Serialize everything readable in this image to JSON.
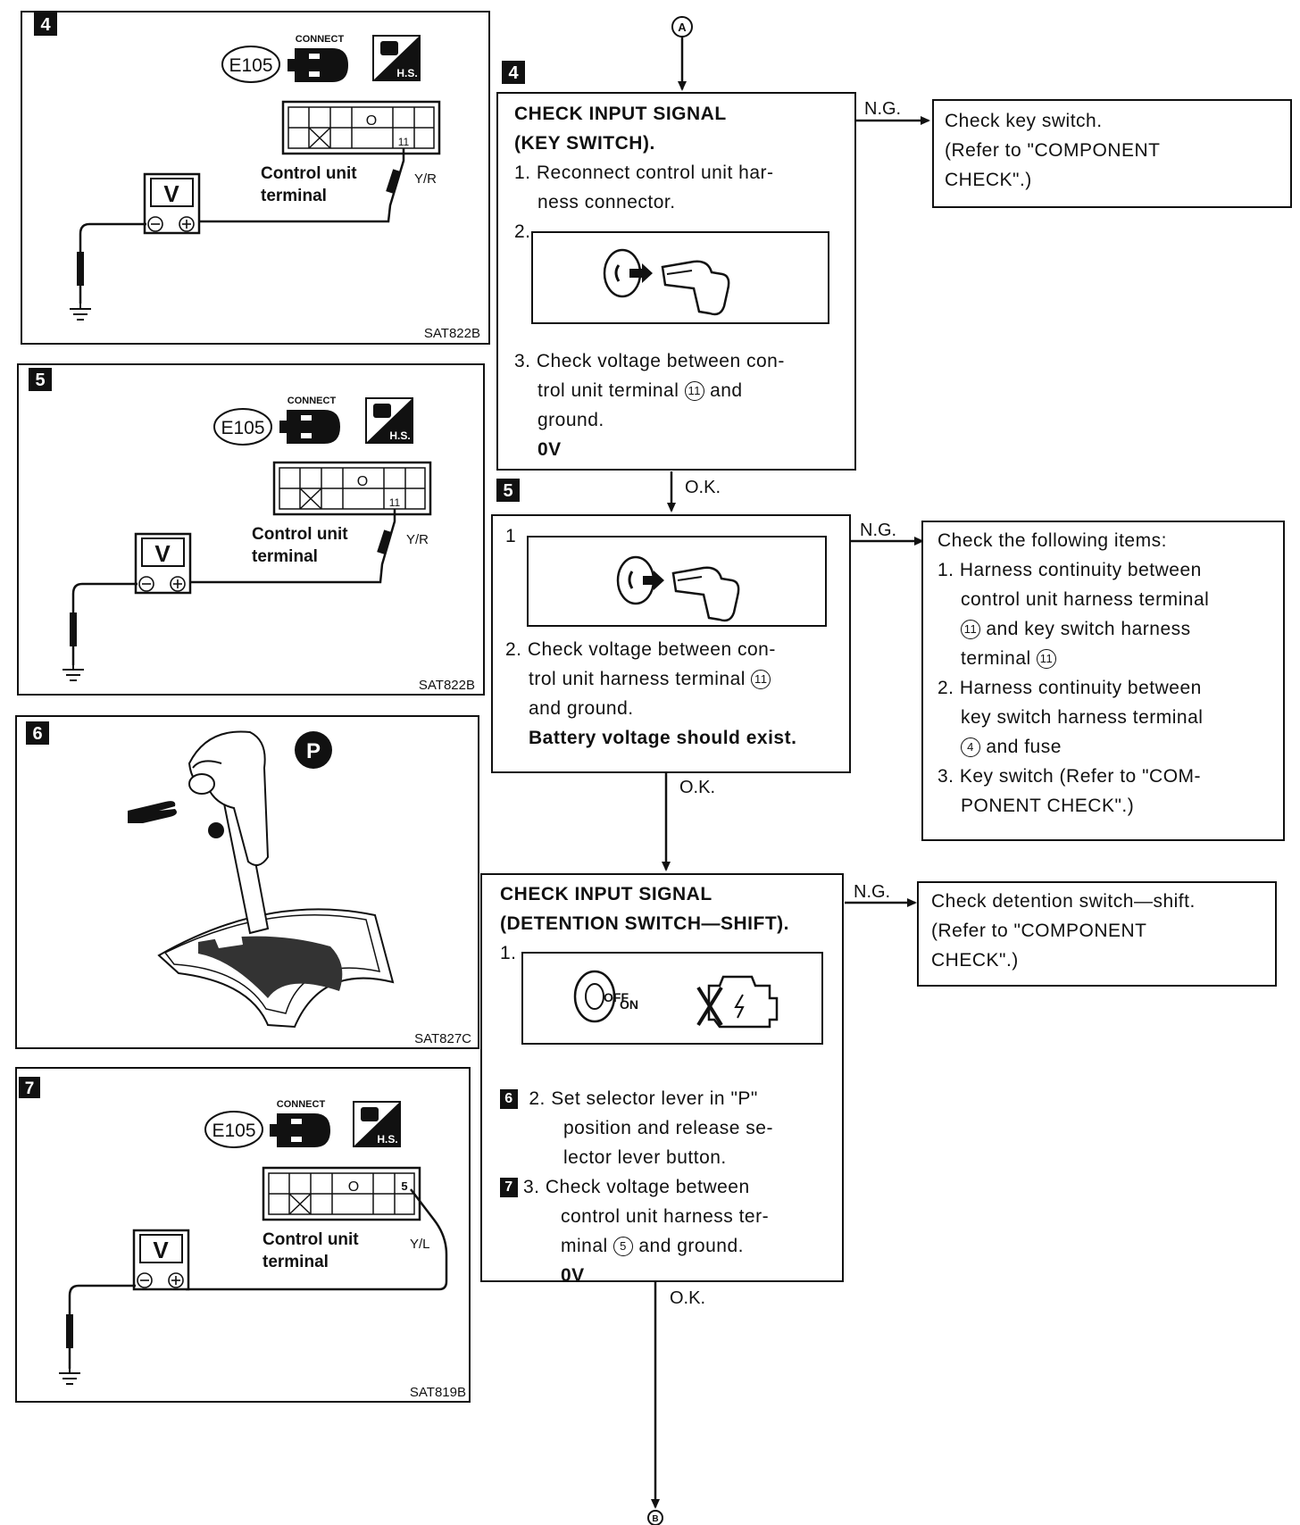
{
  "connectors": {
    "top": "A",
    "bottom": "B"
  },
  "panels": [
    {
      "step": "4",
      "connector_id": "E105",
      "connect_label": "CONNECT",
      "hs_label": "H.S.",
      "meter": "V",
      "terminal_mark": "O",
      "terminal_num": "11",
      "wire_color": "Y/R",
      "terminal_label_1": "Control unit",
      "terminal_label_2": "terminal",
      "code": "SAT822B"
    },
    {
      "step": "5",
      "connector_id": "E105",
      "connect_label": "CONNECT",
      "hs_label": "H.S.",
      "meter": "V",
      "terminal_mark": "O",
      "terminal_num": "11",
      "wire_color": "Y/R",
      "terminal_label_1": "Control unit",
      "terminal_label_2": "terminal",
      "code": "SAT822B"
    },
    {
      "step": "6",
      "position": "P",
      "code": "SAT827C"
    },
    {
      "step": "7",
      "connector_id": "E105",
      "connect_label": "CONNECT",
      "hs_label": "H.S.",
      "meter": "V",
      "terminal_mark": "O",
      "terminal_num": "5",
      "wire_color": "Y/L",
      "terminal_label_1": "Control unit",
      "terminal_label_2": "terminal",
      "code": "SAT819B"
    }
  ],
  "flow": {
    "ng": "N.G.",
    "ok": "O.K.",
    "step4": {
      "badge": "4",
      "title_1": "CHECK INPUT SIGNAL",
      "title_2": "(KEY SWITCH).",
      "s1_a": "1. Reconnect control unit har-",
      "s1_b": "ness connector.",
      "s2": "2.",
      "s3_a": "3. Check voltage between con-",
      "s3_b1": "trol unit terminal",
      "s3_b_num": "11",
      "s3_b2": "and",
      "s3_c": "ground.",
      "s3_d": "0V"
    },
    "step4_ng": {
      "l1": "Check key switch.",
      "l2": "(Refer to \"COMPONENT",
      "l3": "CHECK\".)"
    },
    "step5": {
      "badge": "5",
      "s1": "1",
      "s2_a": "2. Check voltage between con-",
      "s2_b1": "trol unit harness terminal",
      "s2_b_num": "11",
      "s2_c": "and ground.",
      "s2_d": "Battery voltage should exist."
    },
    "step5_ng": {
      "l1": "Check the following items:",
      "l2": "1. Harness continuity between",
      "l3": "control unit harness terminal",
      "l4_num": "11",
      "l4": "and key switch harness",
      "l5_a": "terminal",
      "l5_num": "11",
      "l6": "2. Harness continuity between",
      "l7": "key switch harness terminal",
      "l8_num": "4",
      "l8": "and fuse",
      "l9": "3. Key switch (Refer to \"COM-",
      "l10": "PONENT CHECK\".)"
    },
    "step6": {
      "title_1": "CHECK INPUT SIGNAL",
      "title_2": "(DETENTION SWITCH—SHIFT).",
      "s1": "1.",
      "key_label": "OFF",
      "key_label_2": "ON",
      "badge6": "6",
      "s2_a": "2.  Set selector lever in \"P\"",
      "s2_b": "position and release se-",
      "s2_c": "lector lever button.",
      "badge7": "7",
      "s3_a": "3.  Check voltage between",
      "s3_b": "control unit harness ter-",
      "s3_c1": "minal",
      "s3_c_num": "5",
      "s3_c2": "and ground.",
      "s3_d": "0V"
    },
    "step6_ng": {
      "l1": "Check detention switch—shift.",
      "l2": "(Refer to \"COMPONENT",
      "l3": "CHECK\".)"
    }
  }
}
